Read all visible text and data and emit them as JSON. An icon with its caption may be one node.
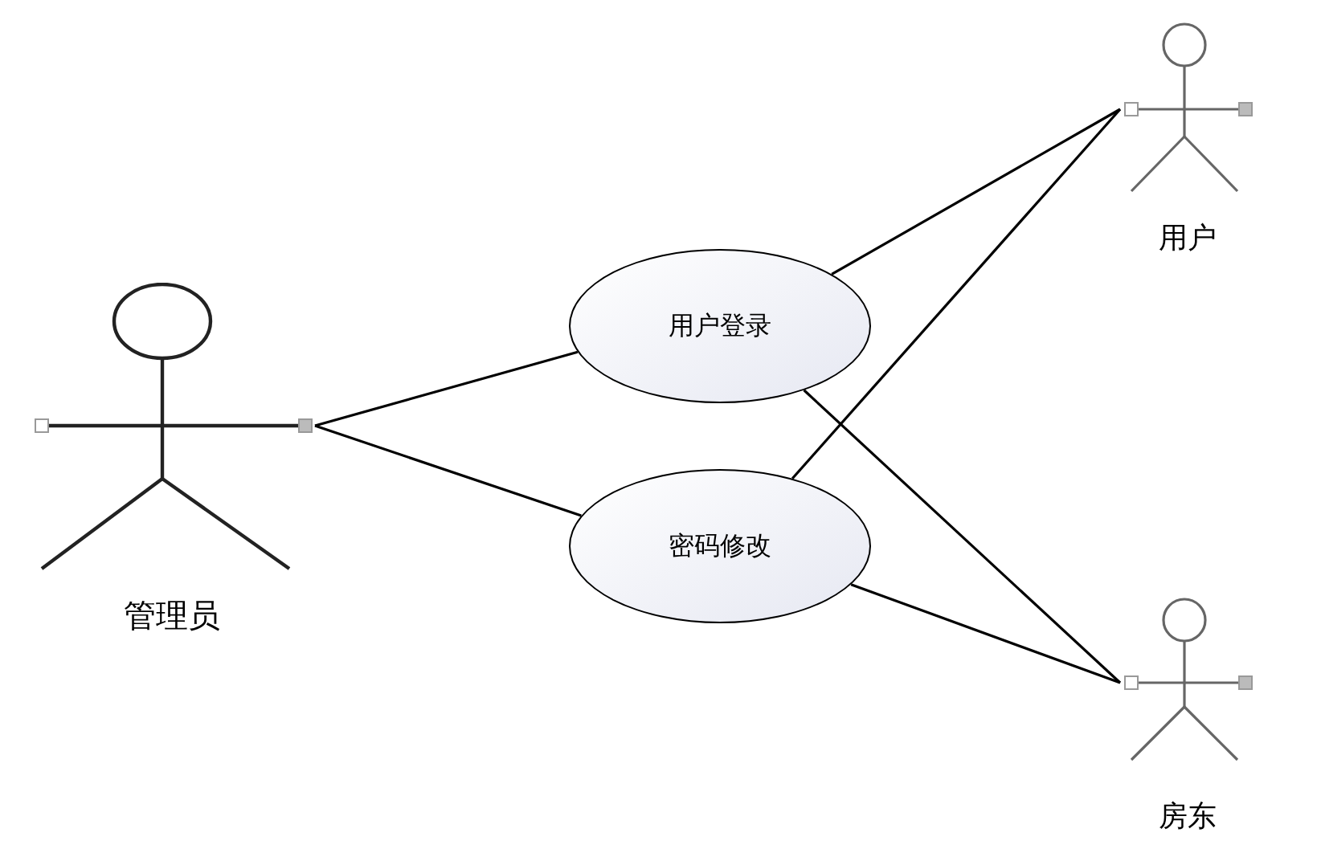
{
  "diagram": {
    "nodes": [
      {
        "text": [
          "管理员"
        ]
      },
      {
        "text": [
          "用户登录"
        ]
      },
      {
        "text": [
          "密码修改"
        ]
      },
      {
        "text": [
          "用户"
        ]
      },
      {
        "text": [
          "房东"
        ]
      }
    ],
    "edges": [
      {
        "from": 0,
        "to": 1,
        "arrow": "none"
      },
      {
        "from": 0,
        "to": 2,
        "arrow": "none"
      },
      {
        "from": 1,
        "to": 3,
        "arrow": "none"
      },
      {
        "from": 2,
        "to": 3,
        "arrow": "none"
      },
      {
        "from": 1,
        "to": 4,
        "arrow": "none"
      },
      {
        "from": 2,
        "to": 4,
        "arrow": "none"
      }
    ]
  }
}
